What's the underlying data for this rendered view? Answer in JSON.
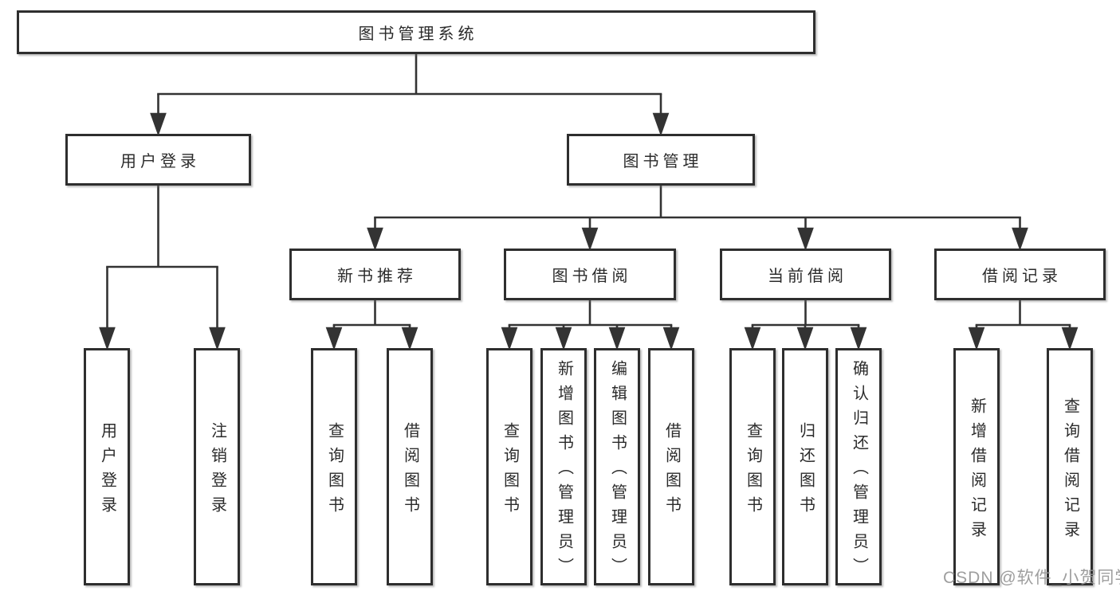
{
  "diagram": {
    "root": {
      "label": "图书管理系统"
    },
    "level2": [
      {
        "label": "用户登录"
      },
      {
        "label": "图书管理"
      }
    ],
    "level3": [
      {
        "label": "新书推荐",
        "parent": "图书管理"
      },
      {
        "label": "图书借阅",
        "parent": "图书管理"
      },
      {
        "label": "当前借阅",
        "parent": "图书管理"
      },
      {
        "label": "借阅记录",
        "parent": "图书管理"
      }
    ],
    "leaves": [
      {
        "label": "用户登录",
        "parent": "用户登录"
      },
      {
        "label": "注销登录",
        "parent": "用户登录"
      },
      {
        "label": "查询图书",
        "parent": "新书推荐"
      },
      {
        "label": "借阅图书",
        "parent": "新书推荐"
      },
      {
        "label": "查询图书",
        "parent": "图书借阅"
      },
      {
        "label": "新增图书（管理员）",
        "parent": "图书借阅"
      },
      {
        "label": "编辑图书（管理员）",
        "parent": "图书借阅"
      },
      {
        "label": "借阅图书",
        "parent": "图书借阅"
      },
      {
        "label": "查询图书",
        "parent": "当前借阅"
      },
      {
        "label": "归还图书",
        "parent": "当前借阅"
      },
      {
        "label": "确认归还（管理员）",
        "parent": "当前借阅"
      },
      {
        "label": "新增借阅记录",
        "parent": "借阅记录"
      },
      {
        "label": "查询借阅记录",
        "parent": "借阅记录"
      }
    ],
    "colors": {
      "line": "#333333",
      "box_border": "#2e2e2e",
      "text": "#2b2b2b",
      "watermark": "#969696",
      "background": "#ffffff"
    }
  },
  "watermark": {
    "text": "CSDN @软件_小贺同学"
  }
}
